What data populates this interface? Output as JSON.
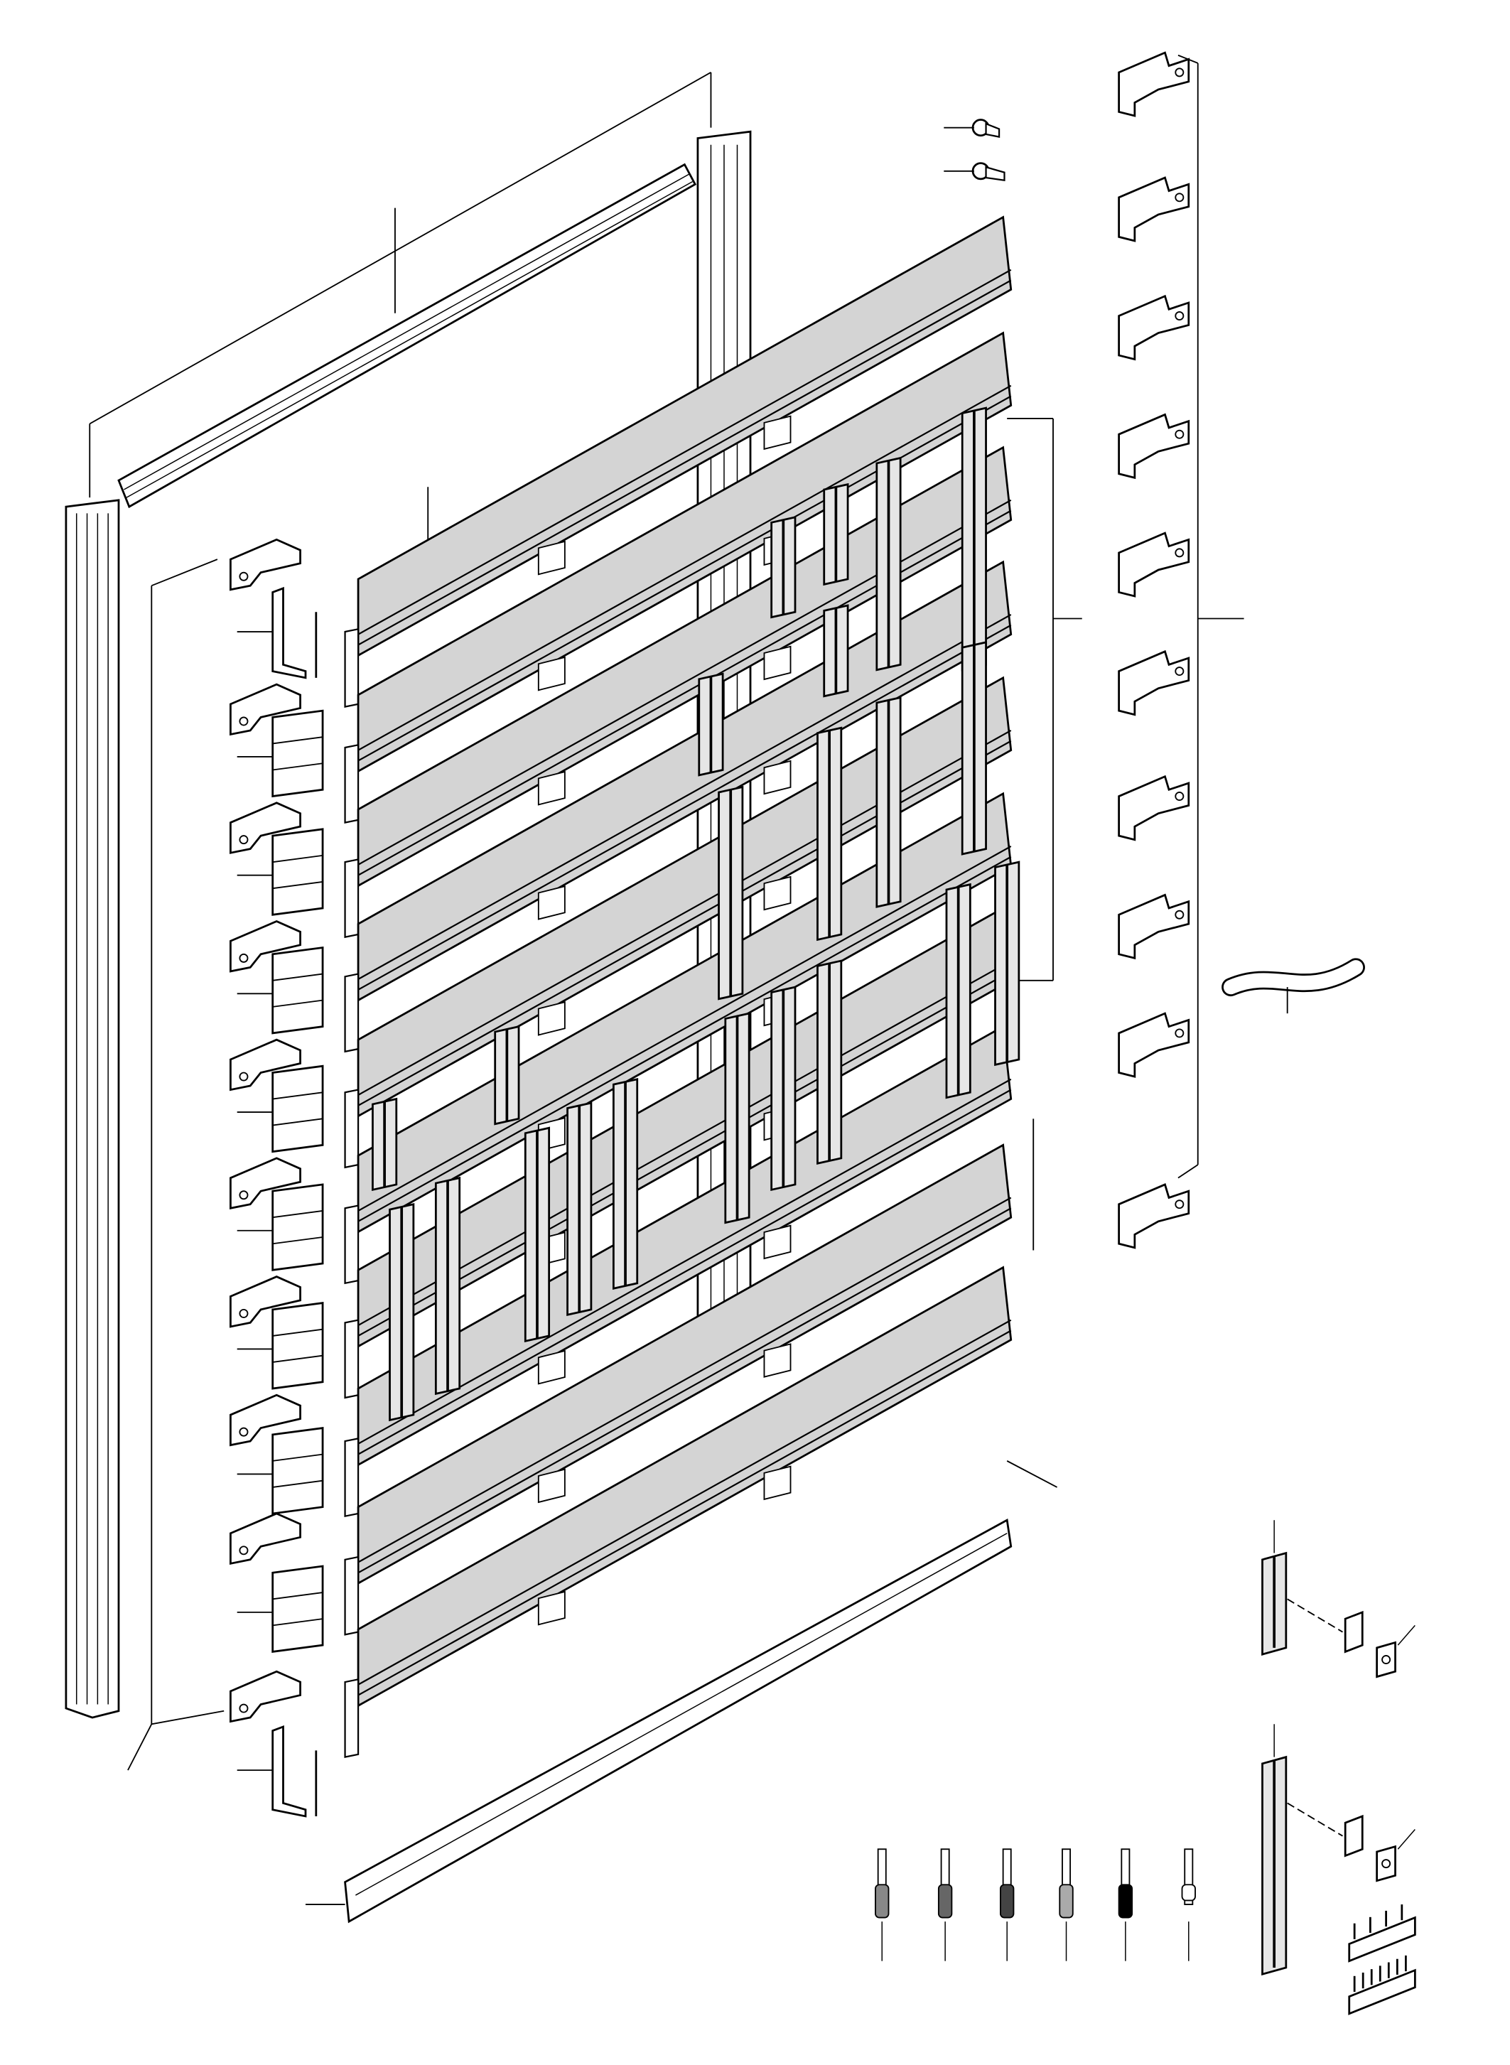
{
  "diagram": {
    "type": "exploded-parts-view",
    "labels": [],
    "colors": {
      "line": "#000000",
      "background": "#ffffff",
      "panel_fill": "#d4d4d4",
      "rail_fill": "#e6e6e6"
    },
    "parts": {
      "frame_profiles": 3,
      "cover_panels": 10,
      "vertical_rails": 22,
      "left_clips": 10,
      "left_brackets": 10,
      "right_clips": 10,
      "screws": 2,
      "ferrules": 6,
      "hose": 1,
      "bottom_channel": 1,
      "detail_rails": 2,
      "comb_strips": 2
    }
  }
}
